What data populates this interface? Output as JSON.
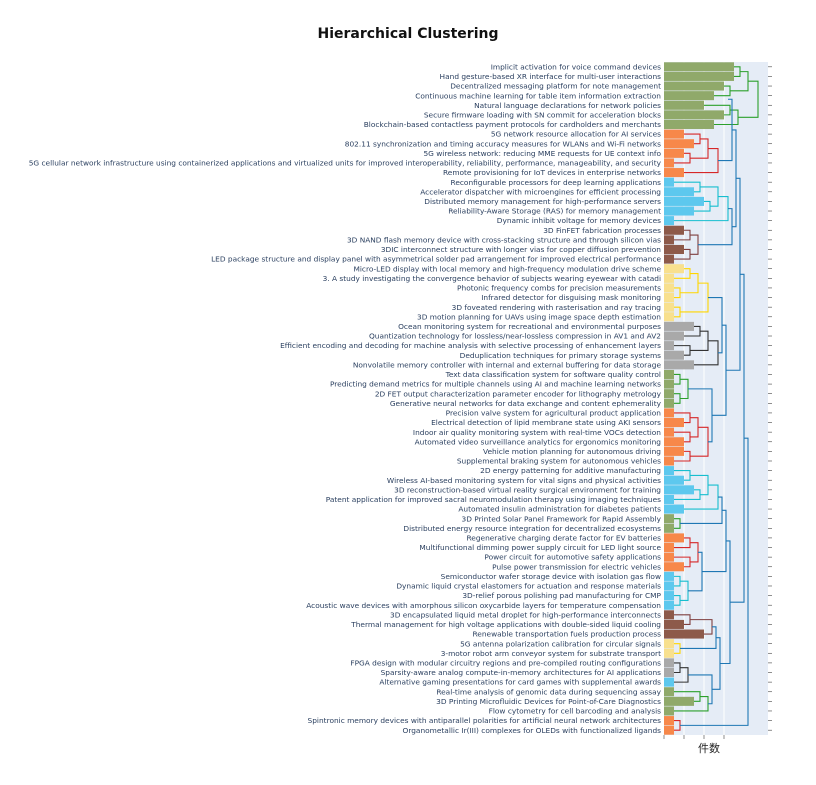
{
  "chart_data": {
    "type": "bar",
    "title": "Hierarchical Clustering",
    "xlabel": "件数",
    "ylabel": "",
    "orientation": "horizontal",
    "grid": true,
    "legend": "none",
    "xlim": [
      0,
      8.5
    ],
    "categories": [
      "Implicit activation for voice command devices",
      "Hand gesture-based XR interface for multi-user interactions",
      "Decentralized messaging platform for note management",
      "Continuous machine learning for table item information extraction",
      "Natural language declarations for network policies",
      "Secure firmware loading with SN commit for acceleration blocks",
      "Blockchain-based contactless payment protocols for cardholders and merchants",
      "5G network resource allocation for AI services",
      "802.11 synchronization and timing accuracy measures for WLANs and Wi-Fi networks",
      "5G wireless network: reducing MME requests for UE context info",
      "5G cellular network infrastructure using containerized applications and virtualized units for improved interoperability, reliability, performance, manageability, and security",
      "Remote provisioning for IoT devices in enterprise networks",
      "Reconfigurable processors for deep learning applications",
      "Accelerator dispatcher with microengines for efficient processing",
      "Distributed memory management for high-performance servers",
      "Reliability-Aware Storage (RAS) for memory management",
      "Dynamic inhibit voltage for memory devices",
      "3D FinFET fabrication processes",
      "3D NAND flash memory device with cross-stacking structure and through silicon vias",
      "3DIC interconnect structure with longer vias for copper diffusion prevention",
      "LED package structure and display panel with asymmetrical solder pad arrangement for improved electrical performance",
      "Micro-LED display with local memory and high-frequency modulation drive scheme",
      "3. A study investigating the convergence behavior of subjects wearing eyewear with catadi",
      "Photonic frequency combs for precision measurements",
      "Infrared detector for disguising mask monitoring",
      "3D foveated rendering with rasterisation and ray tracing",
      "3D motion planning for UAVs using image space depth estimation",
      "Ocean monitoring system for recreational and environmental purposes",
      "Quantization technology for lossless/near-lossless compression in AV1 and AV2",
      "Efficient encoding and decoding for machine analysis with selective processing of enhancement layers",
      "Deduplication techniques for primary storage systems",
      "Nonvolatile memory controller with internal and external buffering for data storage",
      "Text data classification system for software quality control",
      "Predicting demand metrics for multiple channels using AI and machine learning networks",
      "2D FET output characterization parameter encoder for lithography metrology",
      "Generative neural networks for data exchange and content ephemerality",
      "Precision valve system for agricultural product application",
      "Electrical detection of lipid membrane state using AKI sensors",
      "Indoor air quality monitoring system with real-time VOCs detection",
      "Automated video surveillance analytics for ergonomics monitoring",
      "Vehicle motion planning for autonomous driving",
      "Supplemental braking system for autonomous vehicles",
      "2D energy patterning for additive manufacturing",
      "Wireless AI-based monitoring system for vital signs and physical activities",
      "3D reconstruction-based virtual reality surgical environment for training",
      "Patent application for improved sacral neuromodulation therapy using imaging techniques",
      "Automated insulin administration for diabetes patients",
      "3D Printed Solar Panel Framework for Rapid Assembly",
      "Distributed energy resource integration for decentralized ecosystems",
      "Regenerative charging derate factor for EV batteries",
      "Multifunctional dimming power supply circuit for LED light source",
      "Power circuit for automotive safety applications",
      "Pulse power transmission for electric vehicles",
      "Semiconductor wafer storage device with isolation gas flow",
      "Dynamic liquid crystal elastomers for actuation and response materials",
      "3D-relief porous polishing pad manufacturing for CMP",
      "Acoustic wave devices with amorphous silicon oxycarbide layers for temperature compensation",
      "3D encapsulated liquid metal droplet for high-performance interconnects",
      "Thermal management for high voltage applications with double-sided liquid cooling",
      "Renewable transportation fuels production process",
      "5G antenna polarization calibration for circular signals",
      "3-motor robot arm conveyor system for substrate transport",
      "FPGA design with modular circuitry regions and pre-compiled routing configurations",
      "Sparsity-aware analog compute-in-memory architectures for AI applications",
      "Alternative gaming presentations for card games with supplemental awards",
      "Real-time analysis of genomic data during sequencing assay",
      "3D Printing Microfluidic Devices for Point-of-Care Diagnostics",
      "Flow cytometry for cell barcoding and analysis",
      "Spintronic memory devices with antiparallel polarities for artificial neural network architectures",
      "Organometallic Ir(III) complexes for OLEDs with functionalized ligands"
    ],
    "values": [
      7,
      7,
      6,
      5,
      4,
      6,
      5,
      2,
      3,
      2,
      1,
      2,
      1,
      3,
      4,
      3,
      1,
      2,
      1,
      2,
      1,
      2,
      1,
      1,
      1,
      1,
      1,
      3,
      2,
      1,
      2,
      3,
      1,
      1,
      1,
      1,
      1,
      2,
      1,
      2,
      2,
      1,
      1,
      2,
      3,
      1,
      2,
      1,
      1,
      2,
      1,
      1,
      2,
      1,
      1,
      1,
      1,
      1,
      2,
      4,
      1,
      1,
      1,
      1,
      1,
      1,
      3,
      1,
      1,
      1
    ],
    "bar_colors": [
      "#90a96a",
      "#90a96a",
      "#90a96a",
      "#90a96a",
      "#90a96a",
      "#90a96a",
      "#90a96a",
      "#f7884a",
      "#f7884a",
      "#f7884a",
      "#f7884a",
      "#f7884a",
      "#5dc8ee",
      "#5dc8ee",
      "#5dc8ee",
      "#5dc8ee",
      "#5dc8ee",
      "#8d5a4a",
      "#8d5a4a",
      "#8d5a4a",
      "#8d5a4a",
      "#f8e08e",
      "#f8e08e",
      "#f8e08e",
      "#f8e08e",
      "#f8e08e",
      "#f8e08e",
      "#a9a9a9",
      "#a9a9a9",
      "#a9a9a9",
      "#a9a9a9",
      "#a9a9a9",
      "#90a96a",
      "#90a96a",
      "#90a96a",
      "#90a96a",
      "#f7884a",
      "#f7884a",
      "#f7884a",
      "#f7884a",
      "#f7884a",
      "#f7884a",
      "#5dc8ee",
      "#5dc8ee",
      "#5dc8ee",
      "#5dc8ee",
      "#5dc8ee",
      "#90a96a",
      "#90a96a",
      "#f7884a",
      "#f7884a",
      "#f7884a",
      "#f7884a",
      "#5dc8ee",
      "#5dc8ee",
      "#5dc8ee",
      "#5dc8ee",
      "#8d5a4a",
      "#8d5a4a",
      "#8d5a4a",
      "#f8e08e",
      "#f8e08e",
      "#a9a9a9",
      "#a9a9a9",
      "#5dc8ee",
      "#90a96a",
      "#90a96a",
      "#90a96a",
      "#f7884a",
      "#f7884a"
    ],
    "dendrogram_groups": [
      {
        "color": "#2ca02c",
        "first": 0,
        "last": 6
      },
      {
        "color": "#d62728",
        "first": 7,
        "last": 11
      },
      {
        "color": "#17becf",
        "first": 12,
        "last": 16
      },
      {
        "color": "#7f3f3f",
        "first": 17,
        "last": 20
      },
      {
        "color": "#ffd600",
        "first": 21,
        "last": 26
      },
      {
        "color": "#333333",
        "first": 27,
        "last": 31
      },
      {
        "color": "#2ca02c",
        "first": 32,
        "last": 35
      },
      {
        "color": "#d62728",
        "first": 36,
        "last": 41
      },
      {
        "color": "#17becf",
        "first": 42,
        "last": 46
      },
      {
        "color": "#2ca02c",
        "first": 47,
        "last": 48
      },
      {
        "color": "#d62728",
        "first": 49,
        "last": 52
      },
      {
        "color": "#17becf",
        "first": 53,
        "last": 56
      },
      {
        "color": "#7f3f3f",
        "first": 57,
        "last": 59
      },
      {
        "color": "#ffd600",
        "first": 60,
        "last": 61
      },
      {
        "color": "#333333",
        "first": 62,
        "last": 64
      },
      {
        "color": "#2ca02c",
        "first": 65,
        "last": 67
      },
      {
        "color": "#d62728",
        "first": 68,
        "last": 69
      }
    ],
    "link_color": "#1f77b4"
  }
}
